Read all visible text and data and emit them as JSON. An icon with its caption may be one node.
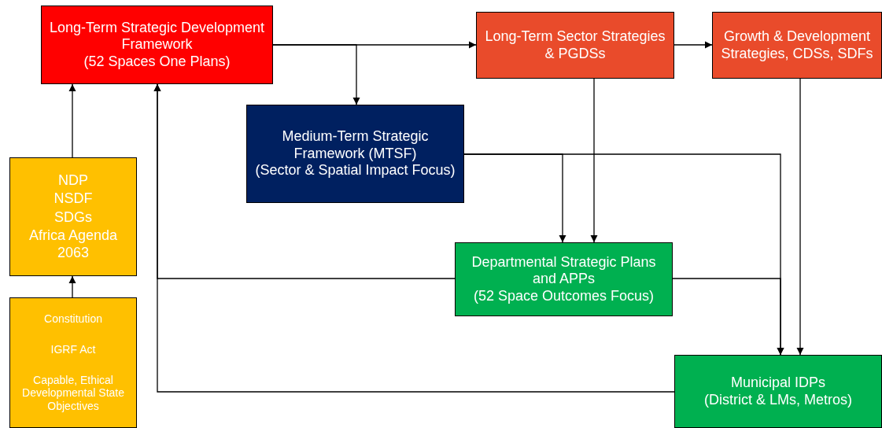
{
  "diagram": {
    "nodes": [
      {
        "text": [
          "Long-Term Strategic Development Framework",
          "(52 Spaces One Plans)"
        ]
      },
      {
        "text": [
          "Medium-Term Strategic Framework (MTSF)",
          "(Sector & Spatial Impact Focus)"
        ]
      },
      {
        "text": [
          "Long-Term Sector Strategies & PGDSs"
        ]
      },
      {
        "text": [
          "Growth & Development Strategies, CDSs, SDFs"
        ]
      },
      {
        "text": [
          "NDP",
          "NSDF",
          "SDGs",
          "Africa Agenda 2063"
        ]
      },
      {
        "text": [
          "Constitution",
          "IGRF Act",
          "Capable, Ethical Developmental State Objectives"
        ]
      },
      {
        "text": [
          "Departmental Strategic Plans and APPs",
          "(52 Space Outcomes Focus)"
        ]
      },
      {
        "text": [
          "Municipal IDPs",
          "(District & LMs, Metros)"
        ]
      }
    ],
    "edges": [
      {
        "from": 4,
        "to": 0,
        "arrow": "to"
      },
      {
        "from": 5,
        "to": 4,
        "arrow": "to"
      },
      {
        "from": 0,
        "to": 2,
        "arrow": "to"
      },
      {
        "from": 0,
        "to": 1,
        "arrow": "to"
      },
      {
        "from": 2,
        "to": 3,
        "arrow": "to"
      },
      {
        "from": 1,
        "to": 6,
        "arrow": "to"
      },
      {
        "from": 2,
        "to": 6,
        "arrow": "to"
      },
      {
        "from": 1,
        "to": 7,
        "arrow": "to"
      },
      {
        "from": 6,
        "to": 7,
        "arrow": "to"
      },
      {
        "from": 3,
        "to": 7,
        "arrow": "to"
      },
      {
        "from": 6,
        "to": 0,
        "arrow": "to"
      },
      {
        "from": 7,
        "to": 0,
        "arrow": "to"
      }
    ]
  }
}
